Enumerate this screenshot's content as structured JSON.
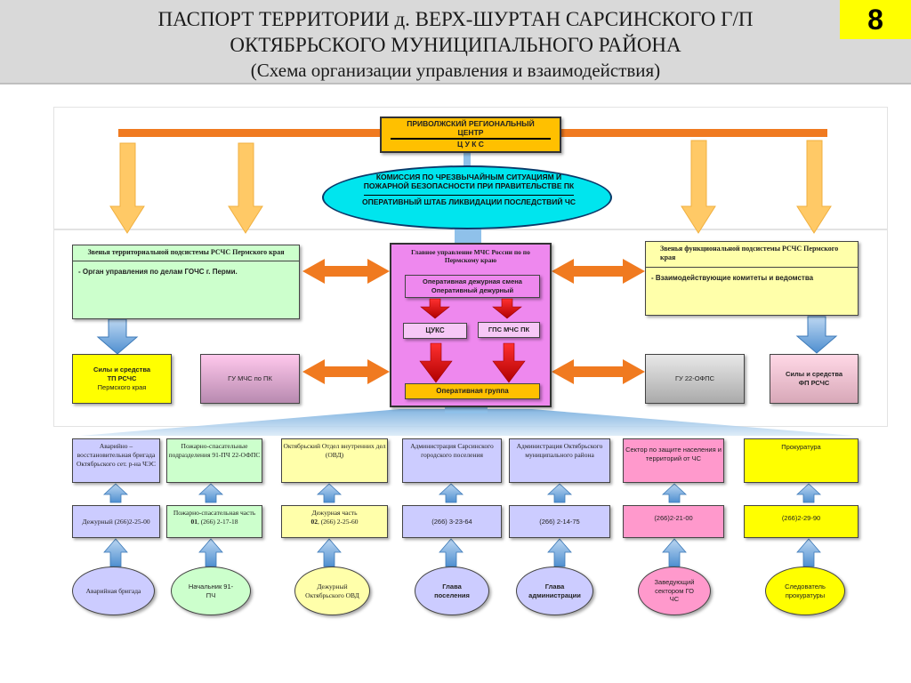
{
  "header": {
    "title_line1": "ПАСПОРТ ТЕРРИТОРИИ д. ВЕРХ-ШУРТАН САРСИНСКОГО Г/П",
    "title_line2": "ОКТЯБРЬСКОГО МУНИЦИПАЛЬНОГО РАЙОНА",
    "subtitle": "(Схема организации управления и взаимодействия)",
    "page_number": "8"
  },
  "top": {
    "center_box": {
      "line1": "ПРИВОЛЖСКИЙ РЕГИОНАЛЬНЫЙ ЦЕНТР",
      "line2": "Ц У К С"
    },
    "commission": {
      "line1": "КОМИССИЯ ПО ЧРЕЗВЫЧАЙНЫМ СИТУАЦИЯМ И ПОЖАРНОЙ БЕЗОПАСНОСТИ ПРИ ПРАВИТЕЛЬСТВЕ ПК",
      "line2": "ОПЕРАТИВНЫЙ ШТАБ ЛИКВИДАЦИИ ПОСЛЕДСТВИЙ ЧС"
    }
  },
  "middle": {
    "left_top": {
      "title": "Звенья территориальной подсистемы РСЧС Пермского края",
      "item": "- Орган управления по делам ГОЧС  г. Перми."
    },
    "right_top": {
      "title": "Звенья функциональной подсистемы РСЧС Пермского края",
      "item": "- Взаимодействующие комитеты и ведомства"
    },
    "main_office": {
      "title": "Главное управление МЧС России по по Пермскому краю",
      "duty_shift": "Оперативная дежурная смена Оперативный дежурный",
      "tsuks": "ЦУКС",
      "gps": "ГПС МЧС ПК",
      "op_group": "Оперативная группа"
    },
    "left_forces": {
      "line1": "Силы и средства",
      "line2": "ТП РСЧС",
      "line3": "Пермского края"
    },
    "gu_mchs": "ГУ МЧС по ПК",
    "gu_22": "ГУ 22-ОФПС",
    "right_forces": {
      "line1": "Силы и средства",
      "line2": "ФП РСЧС"
    }
  },
  "bottom": {
    "columns": [
      {
        "org": "Аварийно – восстановительная бригада Октябрьского сет. р-на ЧЭС",
        "duty": "Дежурный (266)2-25-00",
        "person": "Аварийная бригада"
      },
      {
        "org": "Пожарно-спасательные подразделения 91-ПЧ 22-ОФПС",
        "duty_line1": "Пожарно-спасательная часть",
        "duty_bold": "01",
        "duty_line2": ", (266) 2-17-18",
        "person": "Начальник 91-ПЧ"
      },
      {
        "org": "Октябрьский Отдел внутренних дел (ОВД)",
        "duty_line1": "Дежурная часть",
        "duty_bold": "02",
        "duty_line2": ", (266) 2-25-60",
        "person": "Дежурный Октябрьского ОВД"
      },
      {
        "org": "Администрация Сарсинского городского поселения",
        "duty": "(266) 3-23-64",
        "person": "Глава поселения"
      },
      {
        "org": "Администрация Октябрьского муниципального района",
        "duty": "(266) 2-14-75",
        "person": "Глава администрации"
      },
      {
        "org": "Сектор по защите населения и территорий от ЧС",
        "duty": "(266)2-21-00",
        "person": "Заведующий сектором ГО ЧС"
      },
      {
        "org": "Прокуратура",
        "duty": "(266)2-29-90",
        "person": "Следователь прокуратуры"
      }
    ]
  },
  "colors": {
    "header_bg": "#d9d9d9",
    "badge": "#ffff00",
    "orange_bar": "#f07a20",
    "yellow_arrow": "#ffc966",
    "cyan_oval": "#00e5ee",
    "light_green": "#ccffcc",
    "light_yellow": "#ffffaa",
    "magenta": "#ee88ee",
    "lavender": "#ccccff",
    "pink": "#ff99cc",
    "yellow": "#ffff00",
    "red_arrow": "#dd0000",
    "blue_arrow": "#5b9bd5"
  },
  "icons": [
    "arrow-down-icon",
    "arrow-up-icon",
    "double-arrow-icon"
  ]
}
